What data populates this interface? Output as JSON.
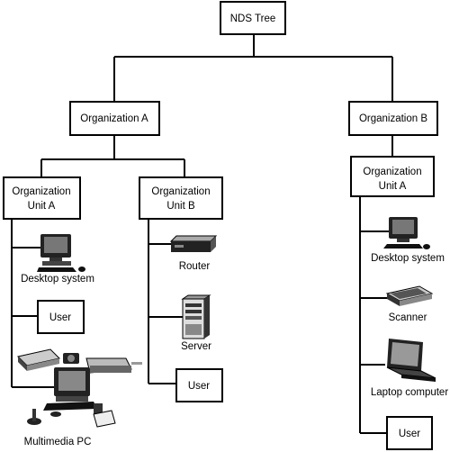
{
  "root": {
    "label": "NDS Tree"
  },
  "org_a": {
    "label": "Organization A",
    "unit_a": {
      "line1": "Organization",
      "line2": "Unit A",
      "items": {
        "desktop": "Desktop system",
        "user": "User",
        "multimedia": "Multimedia PC"
      }
    },
    "unit_b": {
      "line1": "Organization",
      "line2": "Unit B",
      "items": {
        "router": "Router",
        "server": "Server",
        "user": "User"
      }
    }
  },
  "org_b": {
    "label": "Organization B",
    "unit_a": {
      "line1": "Organization",
      "line2": "Unit A",
      "items": {
        "desktop": "Desktop system",
        "scanner": "Scanner",
        "laptop": "Laptop computer",
        "user": "User"
      }
    }
  }
}
